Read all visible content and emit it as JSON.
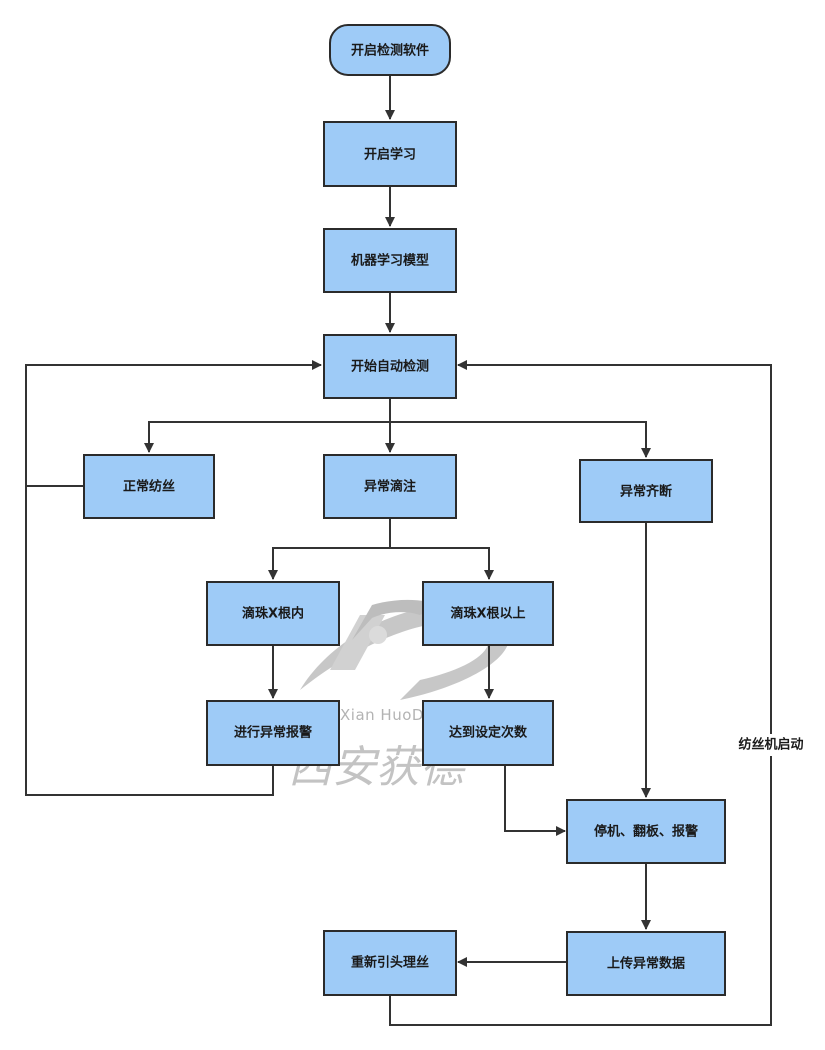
{
  "nodes": {
    "start": "开启检测软件",
    "learn": "开启学习",
    "model": "机器学习模型",
    "auto_detect": "开始自动检测",
    "normal_spin": "正常纺丝",
    "abnormal_drip": "异常滴注",
    "abnormal_break": "异常齐断",
    "drip_within": "滴珠X根内",
    "drip_above": "滴珠X根以上",
    "alarm": "进行异常报警",
    "reach_count": "达到设定次数",
    "stop_flip_alarm": "停机、翻板、报警",
    "upload": "上传异常数据",
    "rethread": "重新引头理丝"
  },
  "edge_labels": {
    "restart": "纺丝机启动"
  },
  "watermark": {
    "latin": "Xian HuoDe",
    "cjk": "西安获德"
  }
}
